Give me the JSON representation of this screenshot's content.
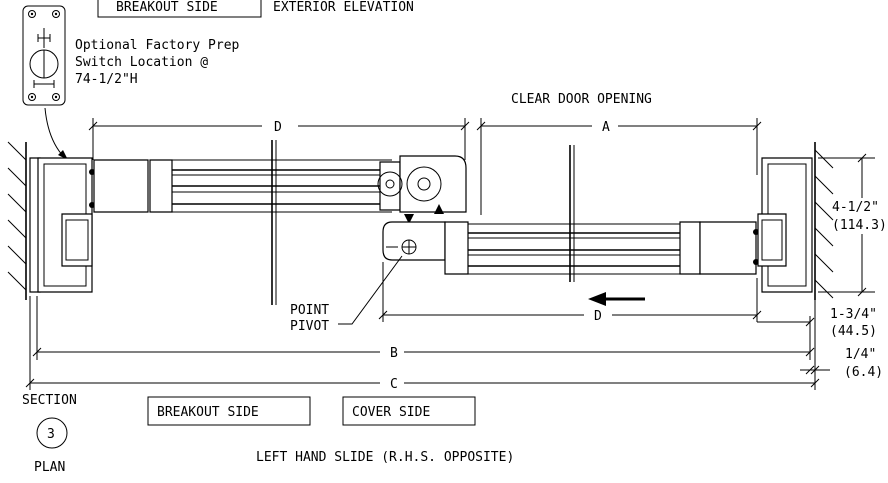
{
  "header": {
    "breakout_side_top": "BREAKOUT SIDE",
    "view_title": "EXTERIOR ELEVATION"
  },
  "switch_note": {
    "line1": "Optional Factory Prep",
    "line2": "Switch Location @",
    "line3": "74-1/2\"H"
  },
  "labels": {
    "clear_door_opening": "CLEAR DOOR OPENING",
    "pivot_line1": "POINT",
    "pivot_line2": "PIVOT"
  },
  "dimensions": {
    "a": "A",
    "b": "B",
    "c": "C",
    "d_top": "D",
    "d_bottom": "D",
    "depth_in": "4-1/2\"",
    "depth_mm": "(114.3)",
    "offset_in": "1-3/4\"",
    "offset_mm": "(44.5)",
    "gap_in": "1/4\"",
    "gap_mm": "(6.4)"
  },
  "section": {
    "label": "SECTION",
    "number": "3",
    "plan": "PLAN"
  },
  "sides": {
    "breakout": "BREAKOUT SIDE",
    "cover": "COVER SIDE"
  },
  "caption": "LEFT HAND SLIDE (R.H.S. OPPOSITE)"
}
